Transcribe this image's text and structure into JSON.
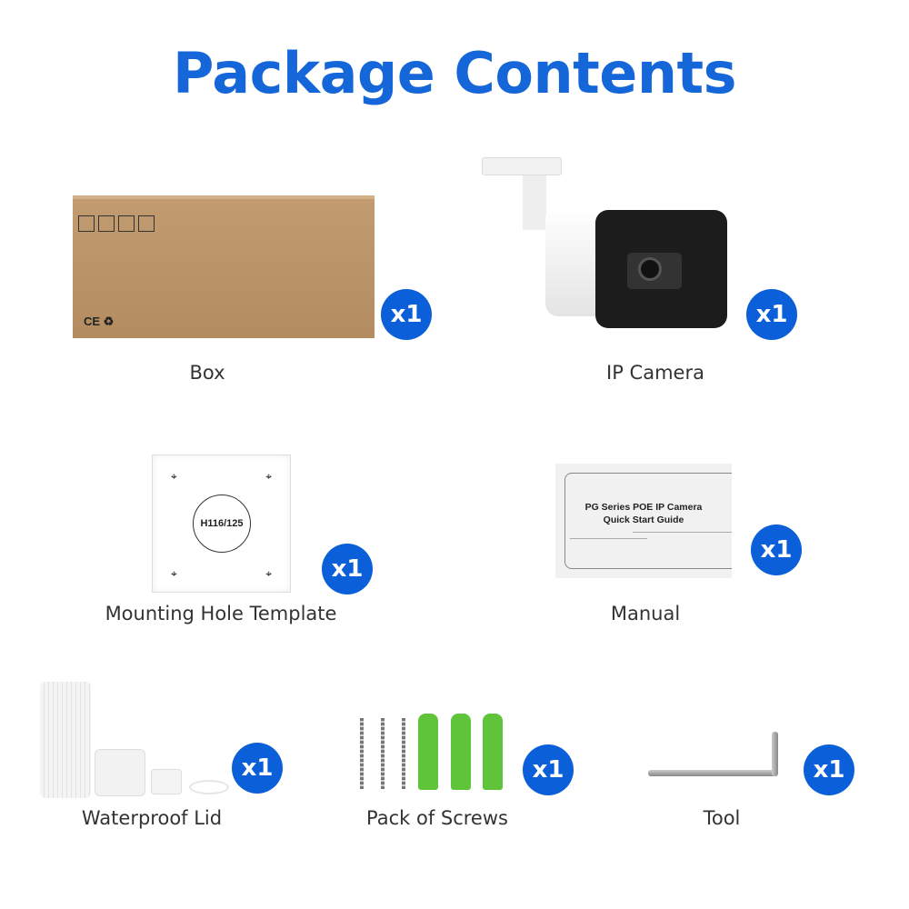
{
  "title": "Package Contents",
  "items": [
    {
      "label": "Box",
      "qty": "x1"
    },
    {
      "label": "IP Camera",
      "qty": "x1"
    },
    {
      "label": "Mounting Hole Template",
      "qty": "x1",
      "template_text": "H116/125"
    },
    {
      "label": "Manual",
      "qty": "x1",
      "manual_line1": "PG Series POE IP Camera",
      "manual_line2": "Quick Start Guide"
    },
    {
      "label": "Waterproof Lid",
      "qty": "x1"
    },
    {
      "label": "Pack of Screws",
      "qty": "x1"
    },
    {
      "label": "Tool",
      "qty": "x1"
    }
  ],
  "colors": {
    "accent": "#0b5fd8",
    "box": "#b68f63"
  }
}
